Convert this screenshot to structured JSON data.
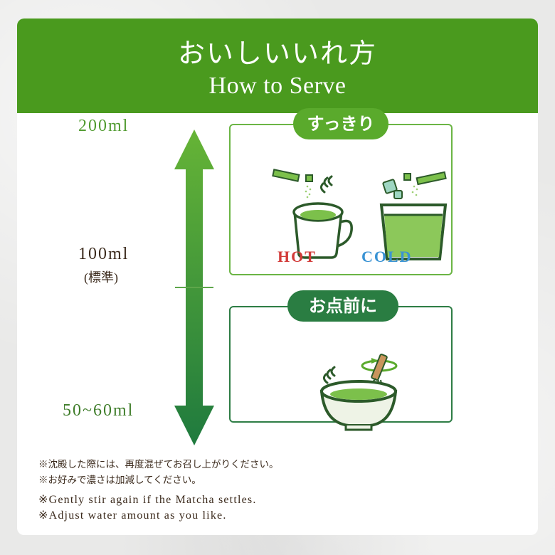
{
  "header": {
    "title_jp": "おいしいいれ方",
    "title_en": "How to Serve"
  },
  "scale": {
    "top_label": "200ml",
    "middle_label": "100ml",
    "middle_sublabel": "(標準)",
    "bottom_label": "50~60ml"
  },
  "panels": {
    "refreshing": {
      "title": "すっきり",
      "hot_label": "HOT",
      "cold_label": "COLD"
    },
    "ceremony": {
      "title": "お点前に"
    }
  },
  "notes": {
    "jp": [
      "※沈殿した際には、再度混ぜてお召し上がりください。",
      "※お好みで濃さは加減してください。"
    ],
    "en": [
      "※Gently stir again if the Matcha settles.",
      "※Adjust water amount as you like."
    ]
  },
  "colors": {
    "header_green": "#4a9a1e",
    "light_green": "#5aaa2c",
    "dark_green": "#2a7d42",
    "hot_red": "#d23a38",
    "cold_blue": "#3a93d4",
    "text_brown": "#3b2a1c"
  }
}
